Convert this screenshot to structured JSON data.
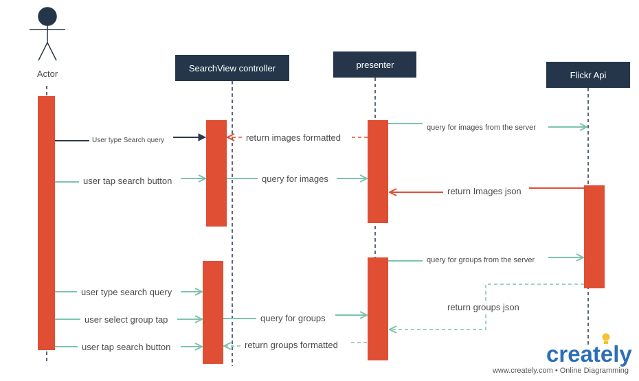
{
  "actor": {
    "label": "Actor"
  },
  "lifelines": [
    {
      "id": "searchview",
      "label": "SearchView controller"
    },
    {
      "id": "presenter",
      "label": "presenter"
    },
    {
      "id": "flickr",
      "label": "Flickr Api"
    }
  ],
  "messages": [
    {
      "id": "m1",
      "label": "User type Search query",
      "style": "solid",
      "color": "#2b3a4d"
    },
    {
      "id": "m2",
      "label": "return images formatted",
      "style": "dashed",
      "color": "#e04e34"
    },
    {
      "id": "m3",
      "label": "query for images from the server",
      "style": "solid",
      "color": "#7cc3b1"
    },
    {
      "id": "m4",
      "label": "user tap search button",
      "style": "solid",
      "color": "#7cc3b1"
    },
    {
      "id": "m5",
      "label": "query for images",
      "style": "solid",
      "color": "#7cc3b1"
    },
    {
      "id": "m6",
      "label": "return Images json",
      "style": "solid",
      "color": "#e04e34"
    },
    {
      "id": "m7",
      "label": "query for groups from the server",
      "style": "solid",
      "color": "#7cc3b1"
    },
    {
      "id": "m8",
      "label": "user type search query",
      "style": "solid",
      "color": "#7cc3b1"
    },
    {
      "id": "m9",
      "label": "return groups json",
      "style": "dashed",
      "color": "#7cc3b1"
    },
    {
      "id": "m10",
      "label": "user select group tap",
      "style": "solid",
      "color": "#7cc3b1"
    },
    {
      "id": "m11",
      "label": "query for groups",
      "style": "solid",
      "color": "#7cc3b1"
    },
    {
      "id": "m12",
      "label": "user tap search button",
      "style": "solid",
      "color": "#7cc3b1"
    },
    {
      "id": "m13",
      "label": "return groups formatted",
      "style": "dashed",
      "color": "#7cc3b1"
    }
  ],
  "colors": {
    "header_bg": "#25364a",
    "activation": "#e04e34",
    "lifeline": "#25364a"
  },
  "branding": {
    "logo_text": "creately",
    "tagline": "www.creately.com • Online Diagramming"
  }
}
